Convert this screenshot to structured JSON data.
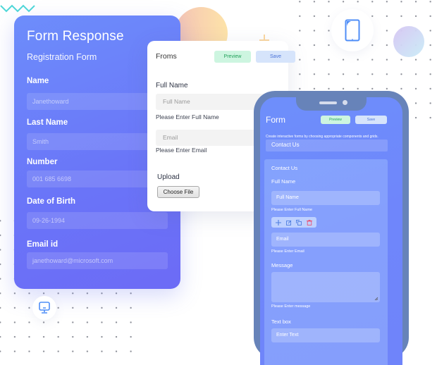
{
  "left_card": {
    "title": "Form Response",
    "subtitle": "Registration Form",
    "fields": [
      {
        "label": "Name",
        "value": "Janethoward"
      },
      {
        "label": "Last Name",
        "value": "Smith"
      },
      {
        "label": "Number",
        "value": "001 685 6698"
      },
      {
        "label": "Date of Birth",
        "value": "09-26-1994"
      },
      {
        "label": "Email id",
        "value": "janethoward@microsoft.com"
      }
    ]
  },
  "form_card": {
    "title": "Froms",
    "preview_label": "Preview",
    "save_label": "Save",
    "full_name_label": "Full Name",
    "full_name_placeholder": "Full Name",
    "full_name_hint": "Please Enter Full Name",
    "email_placeholder": "Email",
    "email_hint": "Please Enter Email",
    "upload_label": "Upload",
    "choose_file_label": "Choose File"
  },
  "phone": {
    "title": "Form",
    "preview_label": "Preview",
    "save_label": "Save",
    "description": "Create interactive forms by choosing appropriate components and grids.",
    "contact_us_header": "Contact Us",
    "panel": {
      "heading": "Contact Us",
      "full_name_label": "Full Name",
      "full_name_placeholder": "Full Name",
      "full_name_hint": "Please Enter Full Name",
      "toolbar_icons": [
        "move-icon",
        "edit-icon",
        "copy-icon",
        "delete-icon"
      ],
      "email_placeholder": "Email",
      "email_hint": "Please Enter Email",
      "message_label": "Message",
      "message_hint": "Please Enter message",
      "textbox_label": "Text box",
      "textbox_placeholder": "Enter Text"
    }
  },
  "decor": {
    "tablet_icon": "tablet-icon",
    "desktop_icon": "desktop-icon",
    "accent_color": "#6c7cf8",
    "icon_color": "#4f8ef7"
  }
}
